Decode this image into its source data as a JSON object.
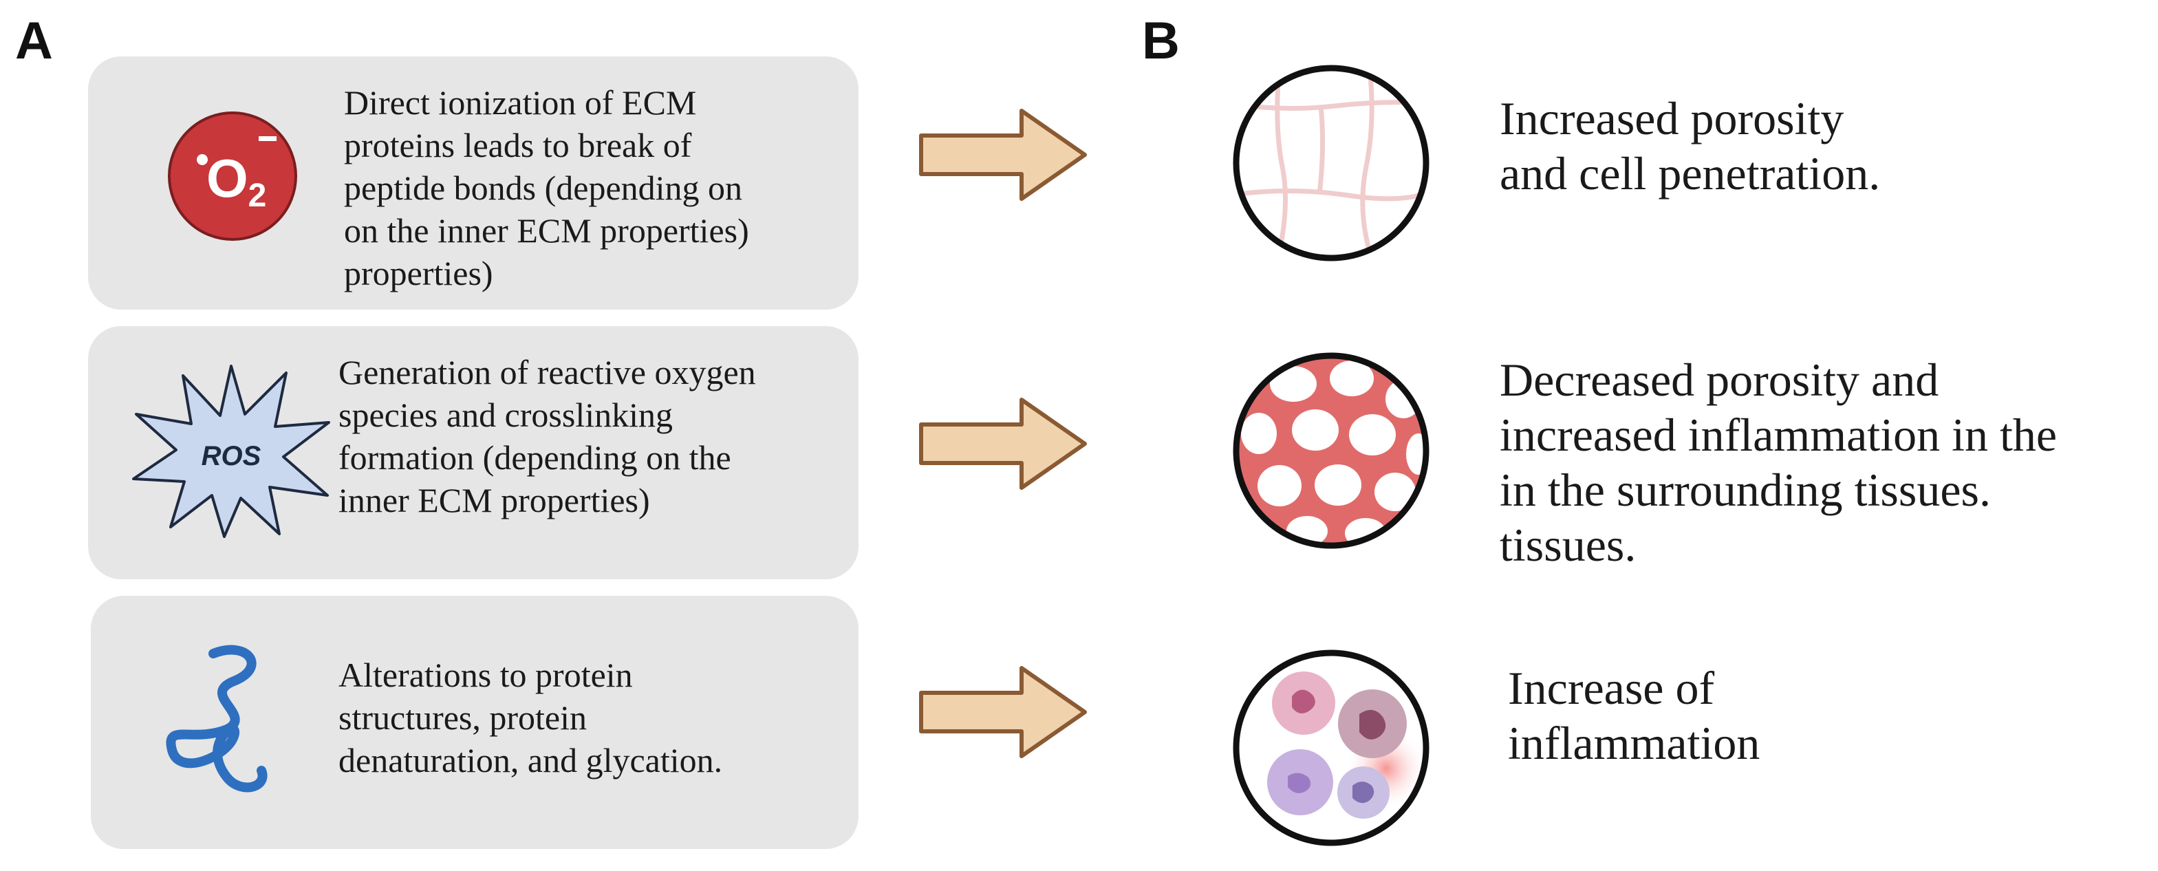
{
  "panels": {
    "a_label": "A",
    "b_label": "B"
  },
  "rows": [
    {
      "icon": "superoxide-icon",
      "icon_text": "O2",
      "icon_subscript": "2",
      "icon_superscript": "−",
      "description": "Direct ionization of ECM\nproteins leads to break of\npeptide bonds (depending on\non the inner ECM properties)\nproperties)",
      "outcome_icon": "porous-matrix-icon",
      "outcome": "Increased porosity\nand cell penetration."
    },
    {
      "icon": "ros-burst-icon",
      "icon_text": "ROS",
      "description": "Generation of reactive oxygen\nspecies and crosslinking\nformation (depending on the\ninner ECM properties)",
      "outcome_icon": "dense-matrix-icon",
      "outcome": "Decreased porosity and\nincreased inflammation in the\nin the surrounding tissues.\ntissues."
    },
    {
      "icon": "protein-strand-icon",
      "description": "Alterations to protein\nstructures, protein\ndenaturation, and glycation.",
      "outcome_icon": "immune-cells-icon",
      "outcome": "Increase of\ninflammation"
    }
  ],
  "colors": {
    "card_bg": "#e6e6e6",
    "arrow_fill": "#f0d2ad",
    "arrow_stroke": "#8a5a33",
    "superoxide_red": "#c8373a",
    "ros_fill": "#c9d8ee",
    "protein_blue": "#2e6fc0",
    "matrix_red": "#e06a6a"
  }
}
